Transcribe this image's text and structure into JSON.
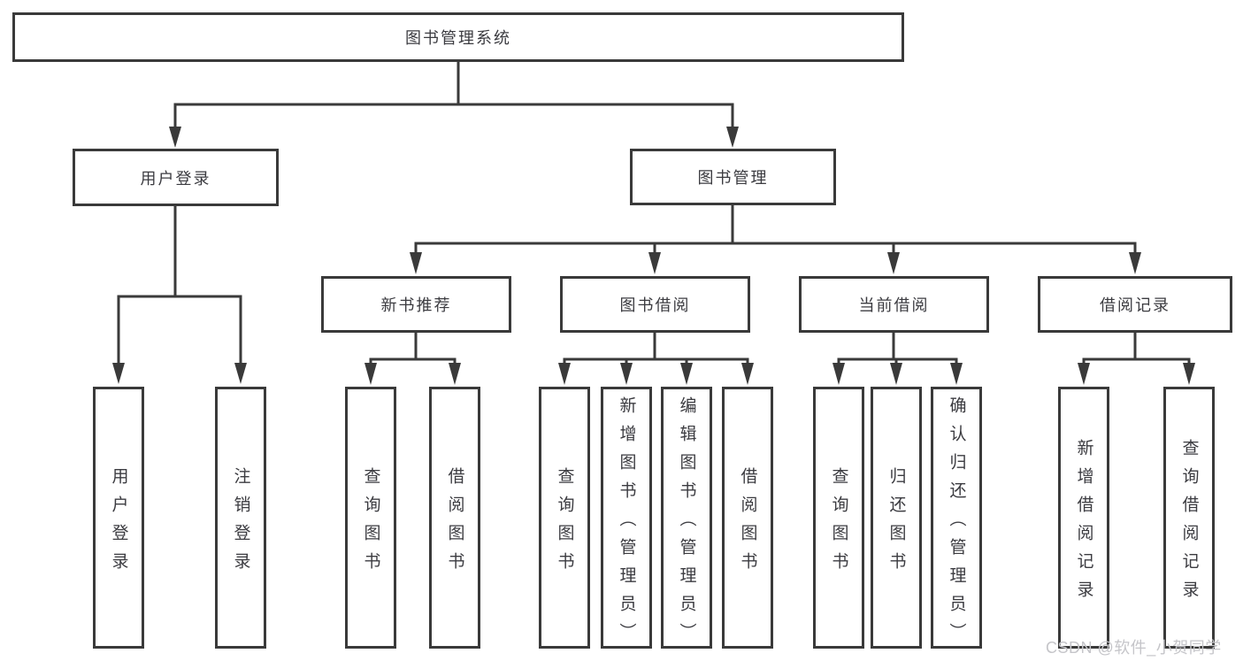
{
  "colors": {
    "line": "#3a3a3a",
    "box_border": "#3a3a3a",
    "box_fill": "#ffffff",
    "text": "#3b3b40",
    "watermark": "#c5c5c9",
    "background": "#ffffff"
  },
  "diagram": {
    "root": {
      "label": "图书管理系统"
    },
    "level2": [
      {
        "label": "用户登录"
      },
      {
        "label": "图书管理"
      }
    ],
    "level3": [
      {
        "label": "新书推荐"
      },
      {
        "label": "图书借阅"
      },
      {
        "label": "当前借阅"
      },
      {
        "label": "借阅记录"
      }
    ],
    "leaves": [
      {
        "label": "用户登录"
      },
      {
        "label": "注销登录"
      },
      {
        "label": "查询图书"
      },
      {
        "label": "借阅图书"
      },
      {
        "label": "查询图书"
      },
      {
        "label": "新增图书（管理员）"
      },
      {
        "label": "编辑图书（管理员）"
      },
      {
        "label": "借阅图书"
      },
      {
        "label": "查询图书"
      },
      {
        "label": "归还图书"
      },
      {
        "label": "确认归还（管理员）"
      },
      {
        "label": "新增借阅记录"
      },
      {
        "label": "查询借阅记录"
      }
    ]
  },
  "watermark": {
    "text": "CSDN @软件_小贺同学"
  }
}
